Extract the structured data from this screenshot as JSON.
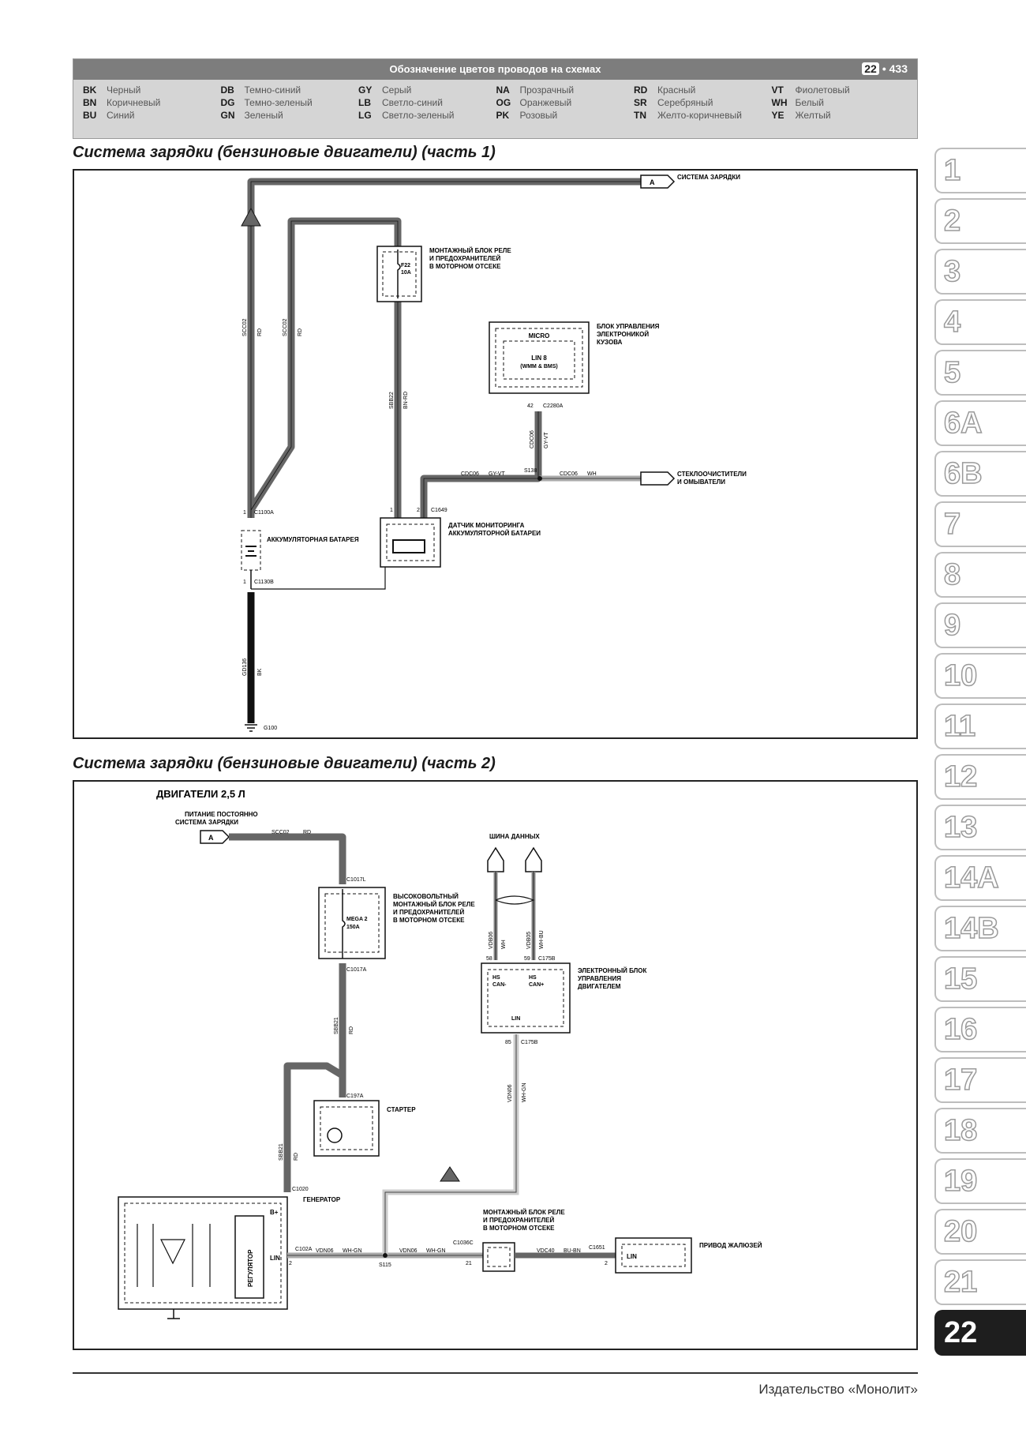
{
  "legend": {
    "title": "Обозначение цветов проводов на схемах",
    "page_chapter": "22",
    "page_number": "433",
    "codes": [
      {
        "code": "BK",
        "name": "Черный"
      },
      {
        "code": "BN",
        "name": "Коричневый"
      },
      {
        "code": "BU",
        "name": "Синий"
      },
      {
        "code": "DB",
        "name": "Темно-синий"
      },
      {
        "code": "DG",
        "name": "Темно-зеленый"
      },
      {
        "code": "GN",
        "name": "Зеленый"
      },
      {
        "code": "GY",
        "name": "Серый"
      },
      {
        "code": "LB",
        "name": "Светло-синий"
      },
      {
        "code": "LG",
        "name": "Светло-зеленый"
      },
      {
        "code": "NA",
        "name": "Прозрачный"
      },
      {
        "code": "OG",
        "name": "Оранжевый"
      },
      {
        "code": "PK",
        "name": "Розовый"
      },
      {
        "code": "RD",
        "name": "Красный"
      },
      {
        "code": "SR",
        "name": "Серебряный"
      },
      {
        "code": "TN",
        "name": "Желто-коричневый"
      },
      {
        "code": "VT",
        "name": "Фиолетовый"
      },
      {
        "code": "WH",
        "name": "Белый"
      },
      {
        "code": "YE",
        "name": "Желтый"
      }
    ]
  },
  "part1": {
    "title": "Система зарядки (бензиновые двигатели) (часть 1)",
    "conn_a": "A",
    "to_charging": "СИСТЕМА ЗАРЯДКИ",
    "fusebox": [
      "МОНТАЖНЫЙ БЛОК РЕЛЕ",
      "И ПРЕДОХРАНИТЕЛЕЙ",
      "В МОТОРНОМ ОТСЕКЕ"
    ],
    "fuse": [
      "F22",
      "10A"
    ],
    "bcm": [
      "БЛОК УПРАВЛЕНИЯ",
      "ЭЛЕКТРОНИКОЙ",
      "КУЗОВА"
    ],
    "micro": "MICRO",
    "lin": [
      "LIN 8",
      "(WMM & BMS)"
    ],
    "pin42": "42",
    "c2280a": "C2280A",
    "wire_bcm": [
      "CDC06",
      "GY-VT"
    ],
    "wiper": [
      "СТЕКЛООЧИСТИТЕЛИ",
      "И ОМЫВАТЕЛИ"
    ],
    "s138": "S138",
    "wire_h1": [
      "CDC06",
      "GY-VT"
    ],
    "wire_h2": [
      "CDC06",
      "WH"
    ],
    "wire_left1": [
      "SCC02",
      "RD"
    ],
    "wire_left2": [
      "SCC02",
      "RD"
    ],
    "wire_fuse": [
      "SBB22",
      "BN-RD"
    ],
    "pin1": "1",
    "pin2": "2",
    "c1100a": "C1100A",
    "c1649": "C1649",
    "battery": "АККУМУЛЯТОРНАЯ БАТАРЕЯ",
    "sensor": [
      "ДАТЧИК МОНИТОРИНГА",
      "АККУМУЛЯТОРНОЙ БАТАРЕИ"
    ],
    "c1130b": "C1130B",
    "wire_gnd": [
      "GD136",
      "BK"
    ],
    "g100": "G100"
  },
  "part2": {
    "title": "Система зарядки (бензиновые двигатели) (часть 2)",
    "engine": "ДВИГАТЕЛИ 2,5 Л",
    "power": [
      "ПИТАНИЕ ПОСТОЯННО",
      "СИСТЕМА ЗАРЯДКИ"
    ],
    "conn_a": "A",
    "wire_top": [
      "SCC02",
      "RD"
    ],
    "c1017l": "C1017L",
    "c1017a": "C1017A",
    "hv_box": [
      "ВЫСОКОВОЛЬТНЫЙ",
      "МОНТАЖНЫЙ БЛОК РЕЛЕ",
      "И ПРЕДОХРАНИТЕЛЕЙ",
      "В МОТОРНОМ ОТСЕКЕ"
    ],
    "mega": [
      "MEGA 2",
      "150A"
    ],
    "wire_mid": [
      "SBB21",
      "RD"
    ],
    "c197a": "C197A",
    "starter": "СТАРТЕР",
    "wire_gen": [
      "SBB21",
      "RD"
    ],
    "c1020": "C1020",
    "generator": "ГЕНЕРАТОР",
    "b_plus": "B+",
    "regulator": "РЕГУЛЯТОР",
    "lin": "LIN",
    "c102a": "C102A",
    "pin2a": "2",
    "wire_lin1": [
      "VDN06",
      "WH-GN"
    ],
    "s115": "S115",
    "wire_lin2": [
      "VDN06",
      "WH-GN"
    ],
    "c1036c": "C1036C",
    "pin21": "21",
    "fusebox": [
      "МОНТАЖНЫЙ БЛОК РЕЛЕ",
      "И ПРЕДОХРАНИТЕЛЕЙ",
      "В МОТОРНОМ ОТСЕКЕ"
    ],
    "wire_shutter": [
      "VDC40",
      "BU-BN"
    ],
    "c1651": "C1651",
    "pin2b": "2",
    "shutter": "ПРИВОД ЖАЛЮЗЕЙ",
    "shutter_lin": "LIN",
    "bus": "ШИНА ДАННЫХ",
    "wire_can1": [
      "VDB06",
      "WH"
    ],
    "wire_can2": [
      "VDB05",
      "WH-BU"
    ],
    "pin58": "58",
    "pin59": "59",
    "c175b": "C175B",
    "ecu": [
      "ЭЛЕКТРОННЫЙ БЛОК",
      "УПРАВЛЕНИЯ",
      "ДВИГАТЕЛЕМ"
    ],
    "hs_minus": [
      "HS",
      "CAN-"
    ],
    "hs_plus": [
      "HS",
      "CAN+"
    ],
    "ecu_lin": "LIN",
    "pin85": "85",
    "c175b_2": "C175B",
    "wire_ecu": [
      "VDN06",
      "WH-GN"
    ]
  },
  "tabs": [
    "1",
    "2",
    "3",
    "4",
    "5",
    "6A",
    "6B",
    "7",
    "8",
    "9",
    "10",
    "11",
    "12",
    "13",
    "14A",
    "14B",
    "15",
    "16",
    "17",
    "18",
    "19",
    "20",
    "21",
    "22"
  ],
  "active_tab": "22",
  "publisher": "Издательство «Монолит»"
}
